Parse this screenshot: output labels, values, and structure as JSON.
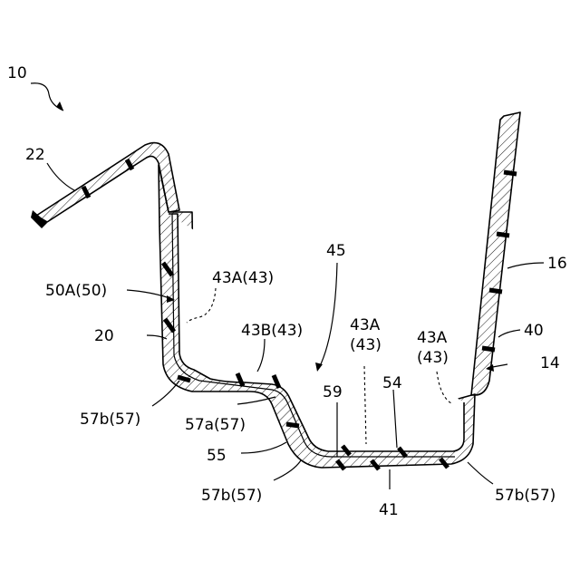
{
  "labels": {
    "l10": "10",
    "l22": "22",
    "l50A": "50A(50)",
    "l43A_left": "43A(43)",
    "l20": "20",
    "l43B": "43B(43)",
    "l45": "45",
    "l43A_mid_a": "43A",
    "l43A_mid_b": "(43)",
    "l43A_right_a": "43A",
    "l43A_right_b": "(43)",
    "l16": "16",
    "l40": "40",
    "l14": "14",
    "l59": "59",
    "l54": "54",
    "l57b_left": "57b(57)",
    "l57a": "57a(57)",
    "l55": "55",
    "l57b_bottom": "57b(57)",
    "l41": "41",
    "l57b_right": "57b(57)"
  }
}
